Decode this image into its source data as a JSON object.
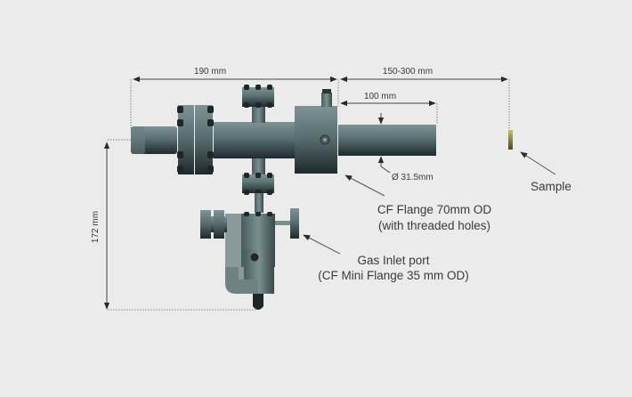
{
  "dimensions": {
    "length_left": "190 mm",
    "length_right": "150-300 mm",
    "tube_length": "100 mm",
    "tube_diameter": "Ø 31.5mm",
    "height": "172 mm"
  },
  "callouts": {
    "cf_flange_line1": "CF Flange 70mm OD",
    "cf_flange_line2": "(with threaded holes)",
    "gas_inlet_line1": "Gas Inlet port",
    "gas_inlet_line2": "(CF Mini Flange 35 mm OD)",
    "sample": "Sample"
  },
  "colors": {
    "background": "#ebebeb",
    "metal": "#5f7373",
    "sample": "#a8a040"
  }
}
